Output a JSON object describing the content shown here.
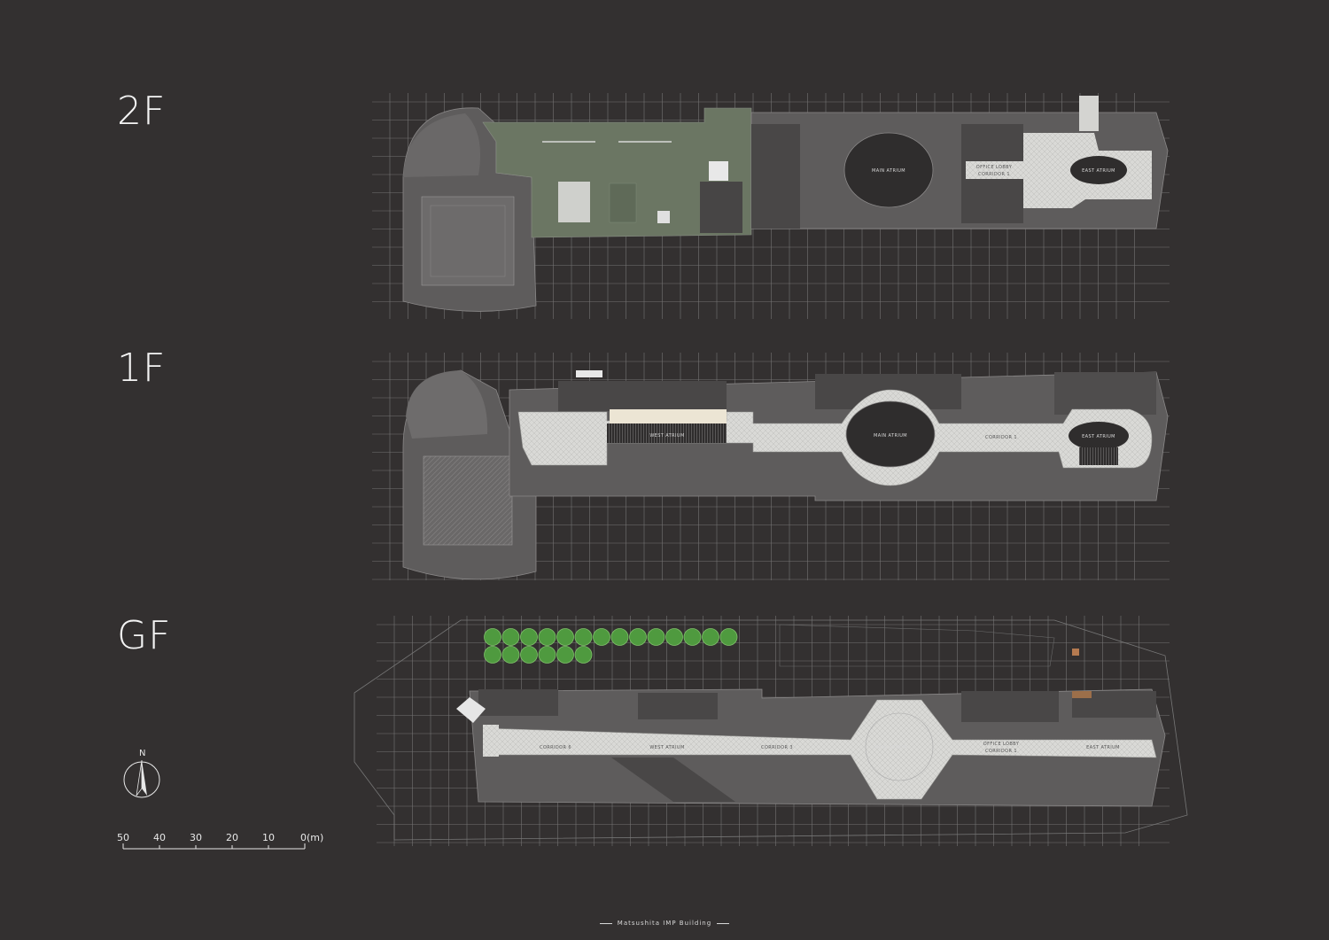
{
  "floors": [
    {
      "label": "2F",
      "rooms": [
        "MAIN ATRIUM",
        "OFFICE LOBBY",
        "CORRIDOR 1",
        "EAST ATRIUM"
      ]
    },
    {
      "label": "1F",
      "rooms": [
        "WEST ATRIUM",
        "MAIN ATRIUM",
        "CORRIDOR 1",
        "EAST ATRIUM"
      ]
    },
    {
      "label": "GF",
      "rooms": [
        "CORRIDOR 6",
        "WEST ATRIUM",
        "CORRIDOR 3",
        "MAIN ATRIUM",
        "OFFICE LOBBY",
        "CORRIDOR 1",
        "EAST ATRIUM"
      ]
    }
  ],
  "north_arrow": {
    "label": "N",
    "icon": "north-arrow-icon"
  },
  "scale_bar": {
    "ticks": [
      "50",
      "40",
      "30",
      "20",
      "10",
      "0(m)"
    ]
  },
  "footer": {
    "title": "Matsushita IMP Building"
  },
  "colors": {
    "background": "#333030",
    "building": "#5e5c5c",
    "rooms": "#494747",
    "corridor": "#d6d6d3",
    "green_roof": "#6b7663",
    "trees": "#4f9a3f",
    "grid": "#8a8a8a"
  }
}
